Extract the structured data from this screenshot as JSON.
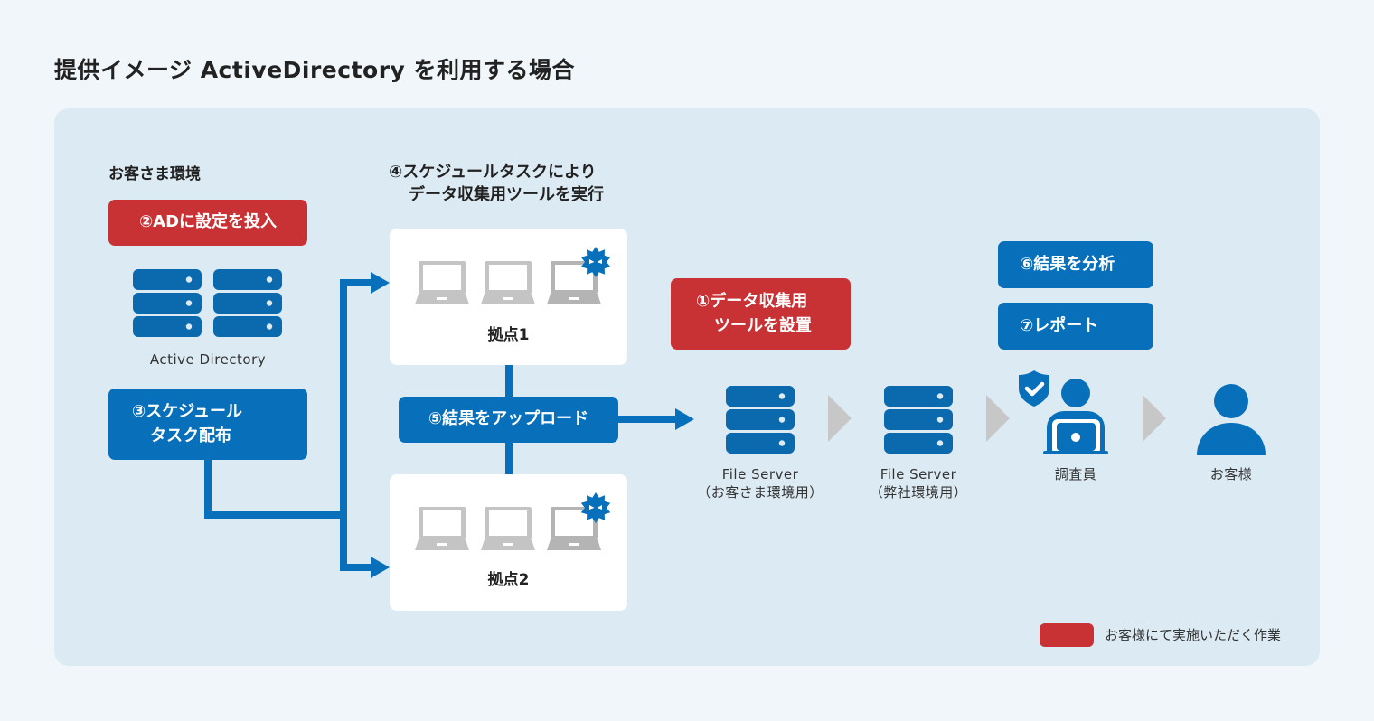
{
  "title": "提供イメージ ActiveDirectory を利用する場合",
  "colors": {
    "page_background": "#f1f6fa",
    "panel_background": "#dceaf3",
    "customer_task_red": "#c93234",
    "process_blue": "#0870bb",
    "icon_gray": "#c4c4c4",
    "chevron_gray": "#c7c7c7"
  },
  "customer_environment": {
    "label": "お客さま環境",
    "ad_caption": "Active Directory"
  },
  "steps": {
    "step1": {
      "lines": [
        "①データ収集用",
        "ツールを設置"
      ],
      "type": "customer"
    },
    "step2": {
      "lines": [
        "②ADに設定を投入"
      ],
      "type": "customer"
    },
    "step3": {
      "lines": [
        "③スケジュール",
        "タスク配布"
      ],
      "type": "process"
    },
    "step4": {
      "lines": [
        "④スケジュールタスクにより",
        "データ収集用ツールを実行"
      ],
      "type": "annotation"
    },
    "step5": {
      "lines": [
        "⑤結果をアップロード"
      ],
      "type": "process"
    },
    "step6": {
      "lines": [
        "⑥結果を分析"
      ],
      "type": "process"
    },
    "step7": {
      "lines": [
        "⑦レポート"
      ],
      "type": "process"
    }
  },
  "sites": [
    {
      "label": "拠点1",
      "pcs": 3,
      "infected_pc_index": 3
    },
    {
      "label": "拠点2",
      "pcs": 3,
      "infected_pc_index": 3
    }
  ],
  "flow_nodes": [
    {
      "id": "fs-customer",
      "lines": [
        "File Server",
        "（お客さま環境用）"
      ],
      "icon": "server-icon"
    },
    {
      "id": "fs-company",
      "lines": [
        "File Server",
        "（弊社環境用）"
      ],
      "icon": "server-icon"
    },
    {
      "id": "investigator",
      "lines": [
        "調査員"
      ],
      "icon": "investigator-with-shield-icon"
    },
    {
      "id": "customer",
      "lines": [
        "お客様"
      ],
      "icon": "person-icon"
    }
  ],
  "legend": {
    "label": "お客様にて実施いただく作業",
    "color": "#c93234"
  }
}
